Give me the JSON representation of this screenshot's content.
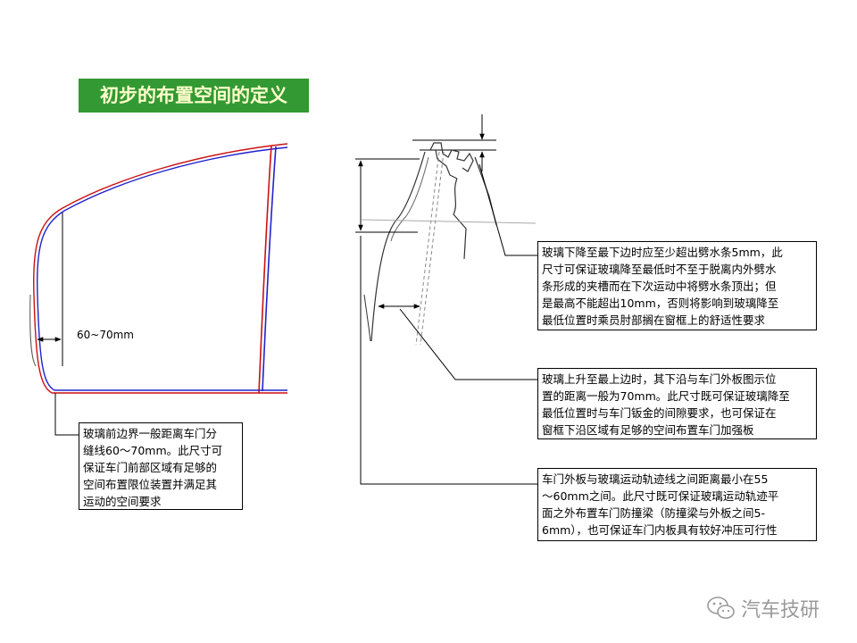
{
  "title": "初步的布置空间的定义",
  "dimension_label": "60~70mm",
  "notes": {
    "front_boundary": {
      "lines": [
        "玻璃前边界一般距离车门分",
        "缝线60～70mm。此尺寸可",
        "保证车门前部区域有足够的",
        "空间布置限位装置并满足其",
        "运动的空间要求"
      ]
    },
    "glass_lowest": {
      "lines": [
        "玻璃下降至最下边时应至少超出劈水条5mm，此",
        "尺寸可保证玻璃降至最低时不至于脱离内外劈水",
        "条形成的夹槽而在下次运动中将劈水条顶出；但",
        "是最高不能超出10mm，否则将影响到玻璃降至",
        "最低位置时乘员肘部搁在窗框上的舒适性要求"
      ]
    },
    "glass_highest": {
      "lines": [
        "玻璃上升至最上边时，其下沿与车门外板图示位",
        "置的距离一般为70mm。此尺寸既可保证玻璃降至",
        "最低位置时与车门钣金的间隙要求，也可保证在",
        "窗框下沿区域有足够的空间布置车门加强板"
      ]
    },
    "outer_panel": {
      "lines": [
        "车门外板与玻璃运动轨迹线之间距离最小在55",
        "～60mm之间。此尺寸既可保证玻璃运动轨迹平",
        "面之外布置车门防撞梁（防撞梁与外板之间5-",
        "6mm），也可保证车门内板具有较好冲压可行性"
      ]
    }
  },
  "watermark": {
    "icon": "wechat-icon",
    "text": "汽车技研"
  },
  "colors": {
    "title_bg": "#339933",
    "title_text": "#ffffcc",
    "outline_red": "#cc1111",
    "outline_blue": "#2222cc",
    "line": "#000000",
    "guide_gray": "#999999"
  }
}
